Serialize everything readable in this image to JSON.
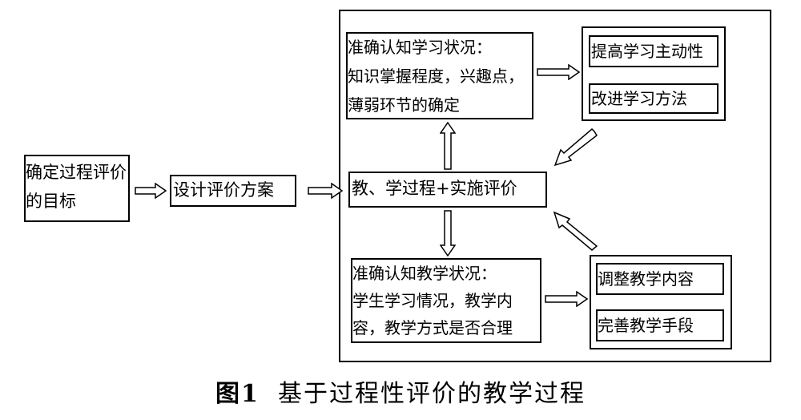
{
  "goal_box": {
    "line1": "确定过程评价",
    "line2": "的目标"
  },
  "plan_box": {
    "label": "设计评价方案"
  },
  "process_box": {
    "label": "教、学过程+实施评价"
  },
  "learn_status_box": {
    "line1": "准确认知学习状况：",
    "line2": "知识掌握程度，兴趣点，",
    "line3": "薄弱环节的确定"
  },
  "teach_status_box": {
    "line1": "准确认知教学状况：",
    "line2": "学生学习情况，教学内",
    "line3": "容，教学方式是否合理"
  },
  "learn_outcomes": [
    "提高学习主动性",
    "改进学习方法"
  ],
  "teach_outcomes": [
    "调整教学内容",
    "完善教学手段"
  ],
  "caption": {
    "figure_number": "图1",
    "title": "基于过程性评价的教学过程"
  }
}
